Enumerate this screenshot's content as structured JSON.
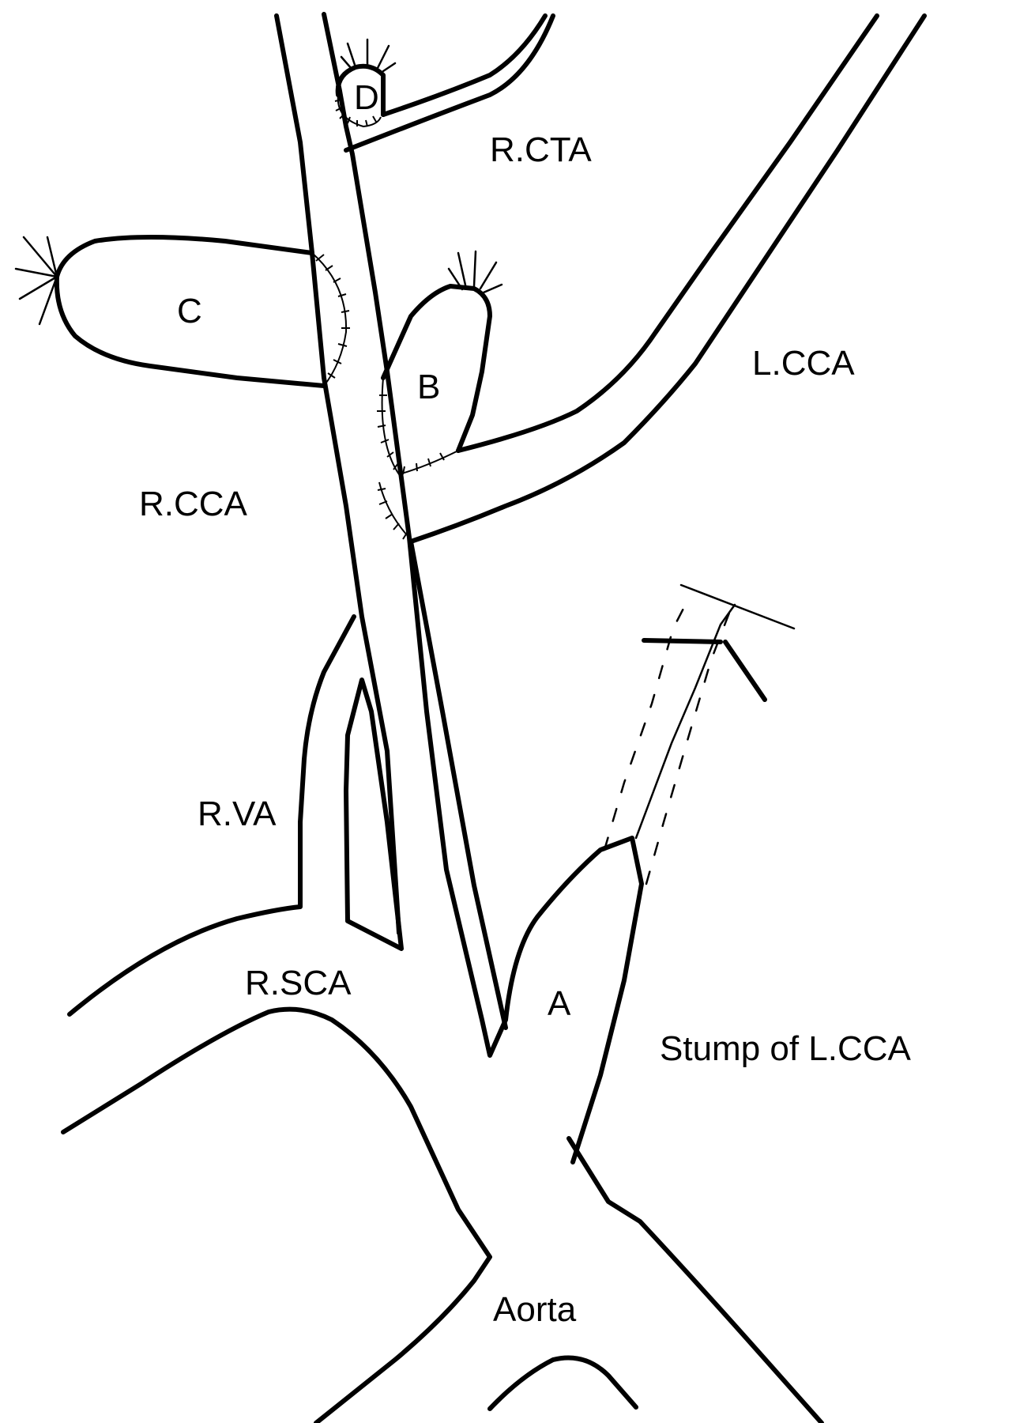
{
  "labels": {
    "d": "D",
    "r_cta": "R.CTA",
    "c": "C",
    "b": "B",
    "l_cca": "L.CCA",
    "r_cca": "R.CCA",
    "r_va": "R.VA",
    "r_sca": "R.SCA",
    "a": "A",
    "stump": "Stump of L.CCA",
    "aorta": "Aorta"
  }
}
